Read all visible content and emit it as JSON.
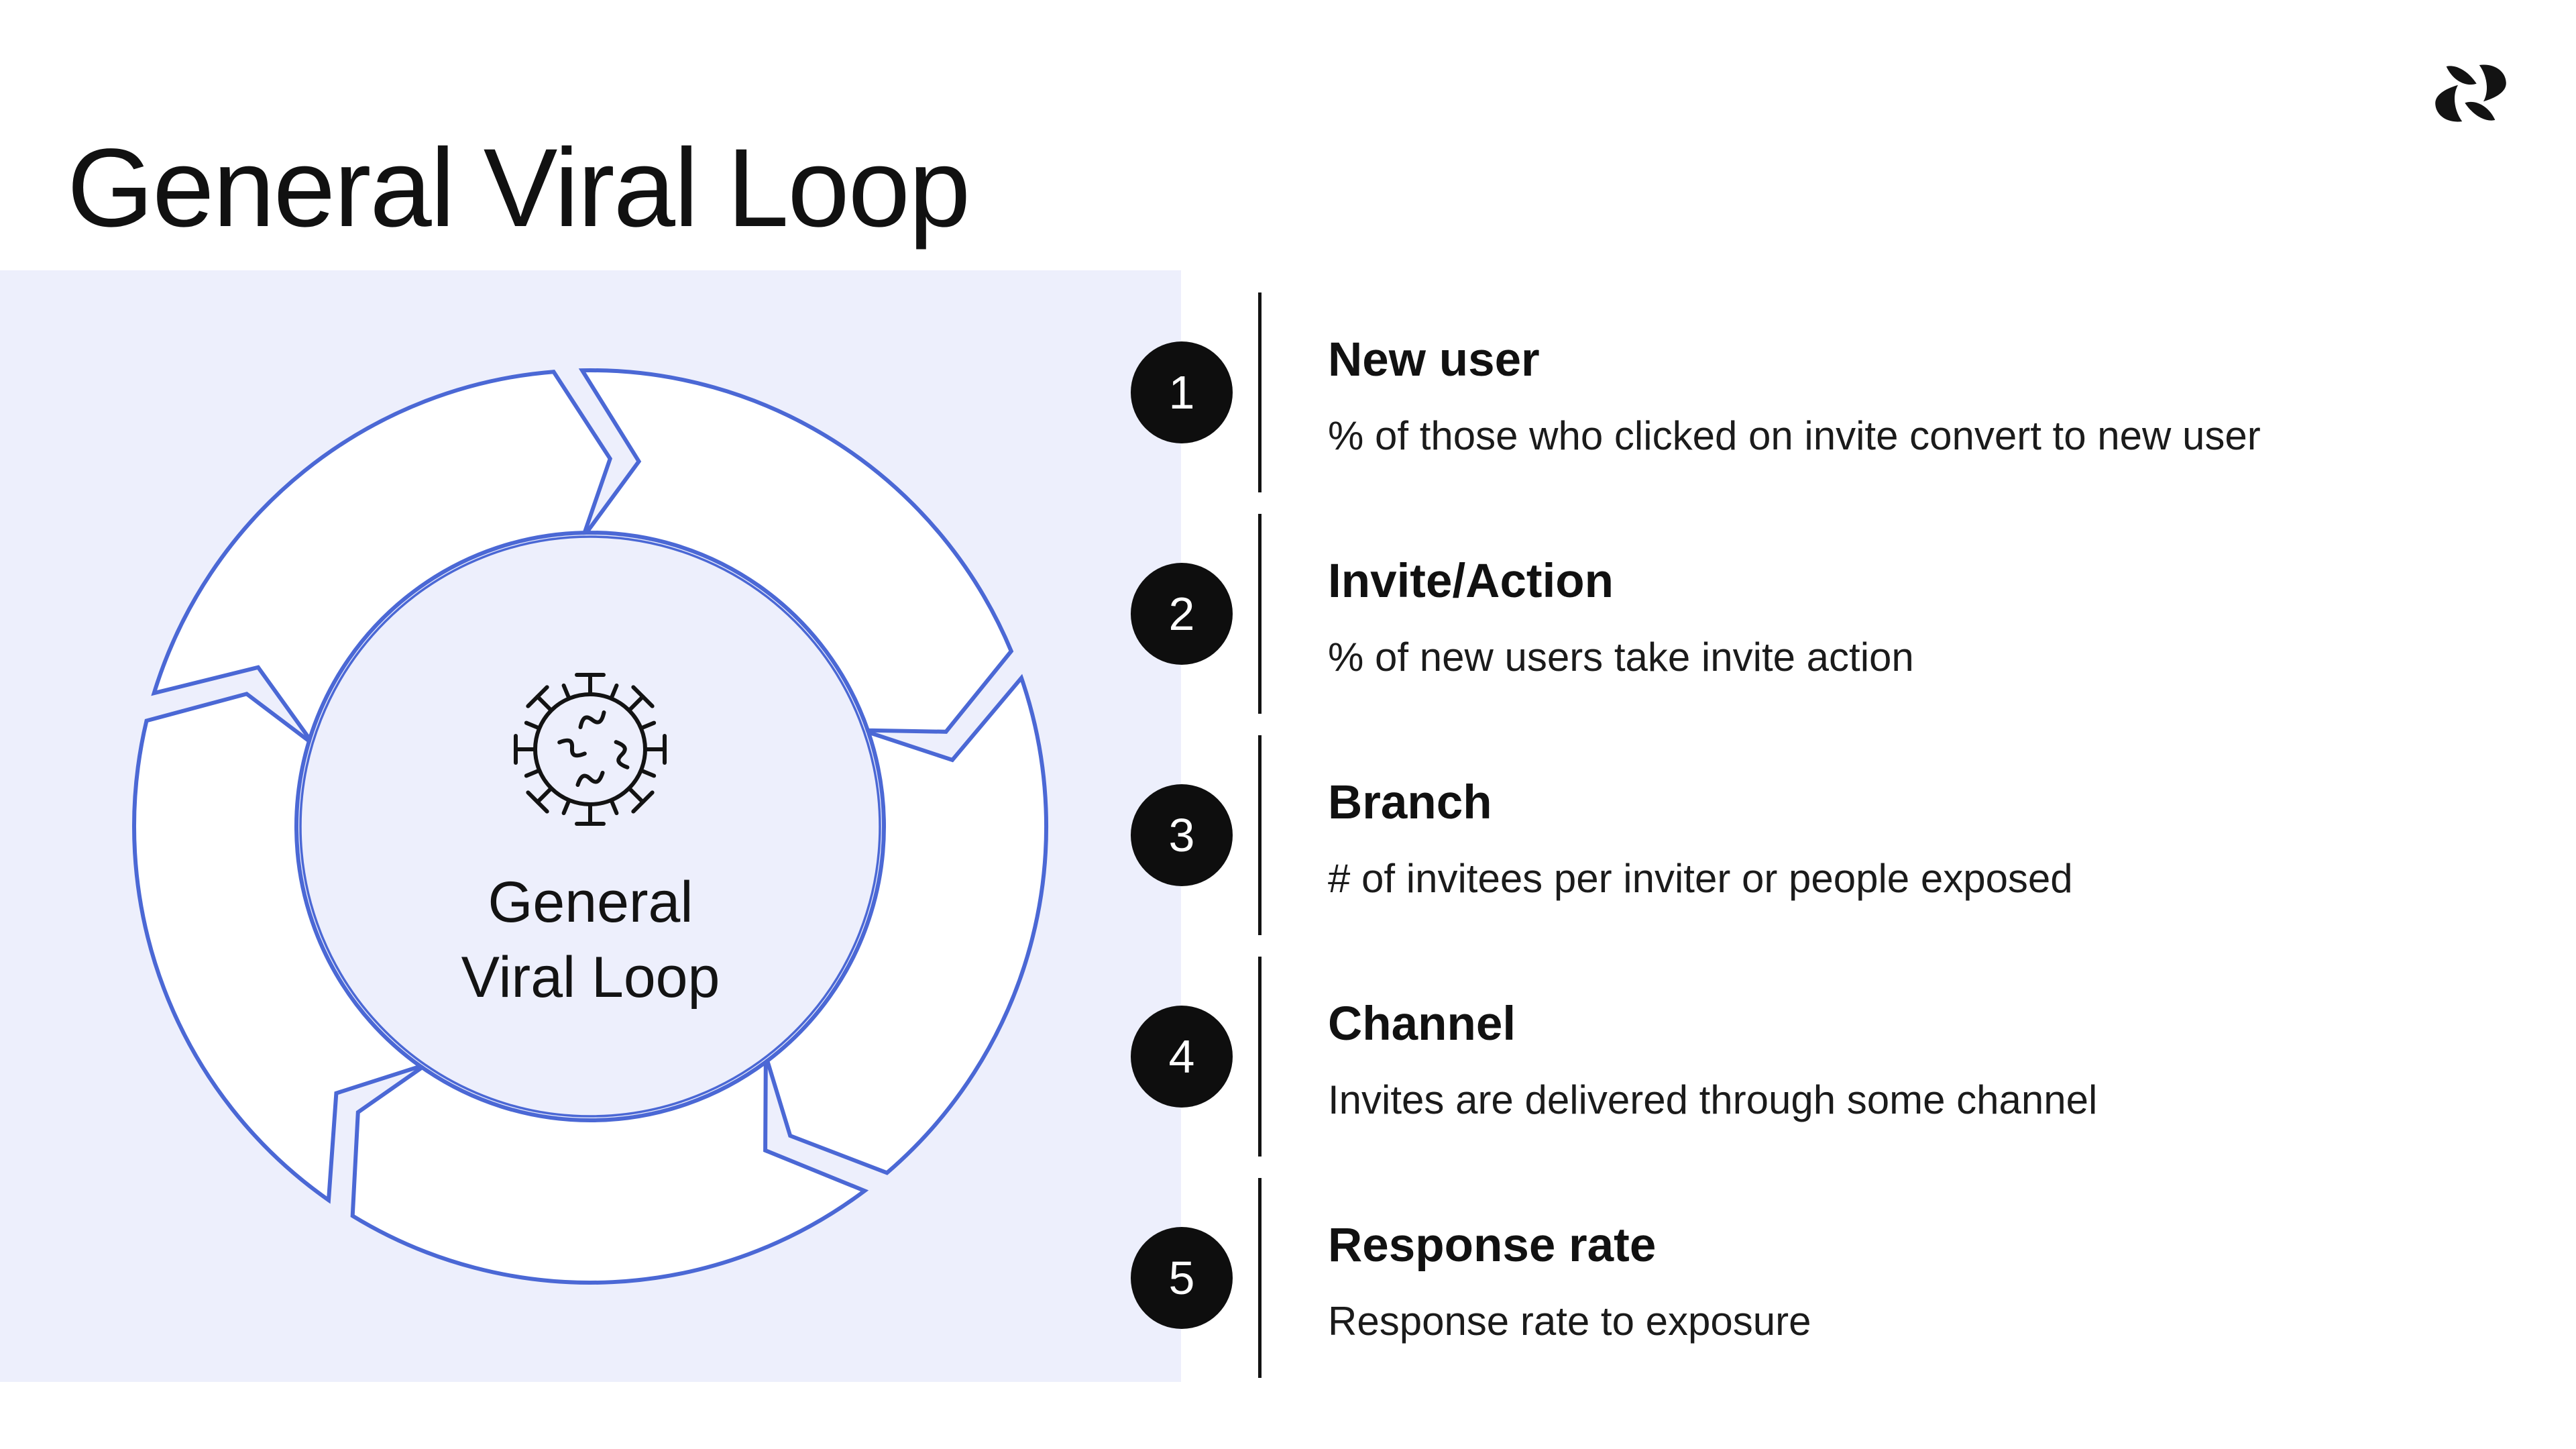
{
  "header": {
    "title": "General Viral Loop",
    "logo_icon": "brand-pinwheel-logo"
  },
  "colors": {
    "accent_blue": "#4b68d5",
    "panel_lavender": "#edeffc",
    "ink": "#131313",
    "badge_black": "#0e0e0e",
    "segment_white": "#ffffff"
  },
  "panel": {
    "icon": "virus-icon",
    "center_label": {
      "lines": [
        "General",
        "Viral Loop"
      ]
    }
  },
  "list": {
    "items": [
      {
        "number": "1",
        "title": "New user",
        "description": "% of those who clicked on invite convert to new user"
      },
      {
        "number": "2",
        "title": "Invite/Action",
        "description": "% of new users take invite action"
      },
      {
        "number": "3",
        "title": "Branch",
        "description": "# of invitees per inviter or people exposed"
      },
      {
        "number": "4",
        "title": "Channel",
        "description": "Invites are delivered through some channel"
      },
      {
        "number": "5",
        "title": "Response rate",
        "description": "Response rate to exposure"
      }
    ]
  }
}
